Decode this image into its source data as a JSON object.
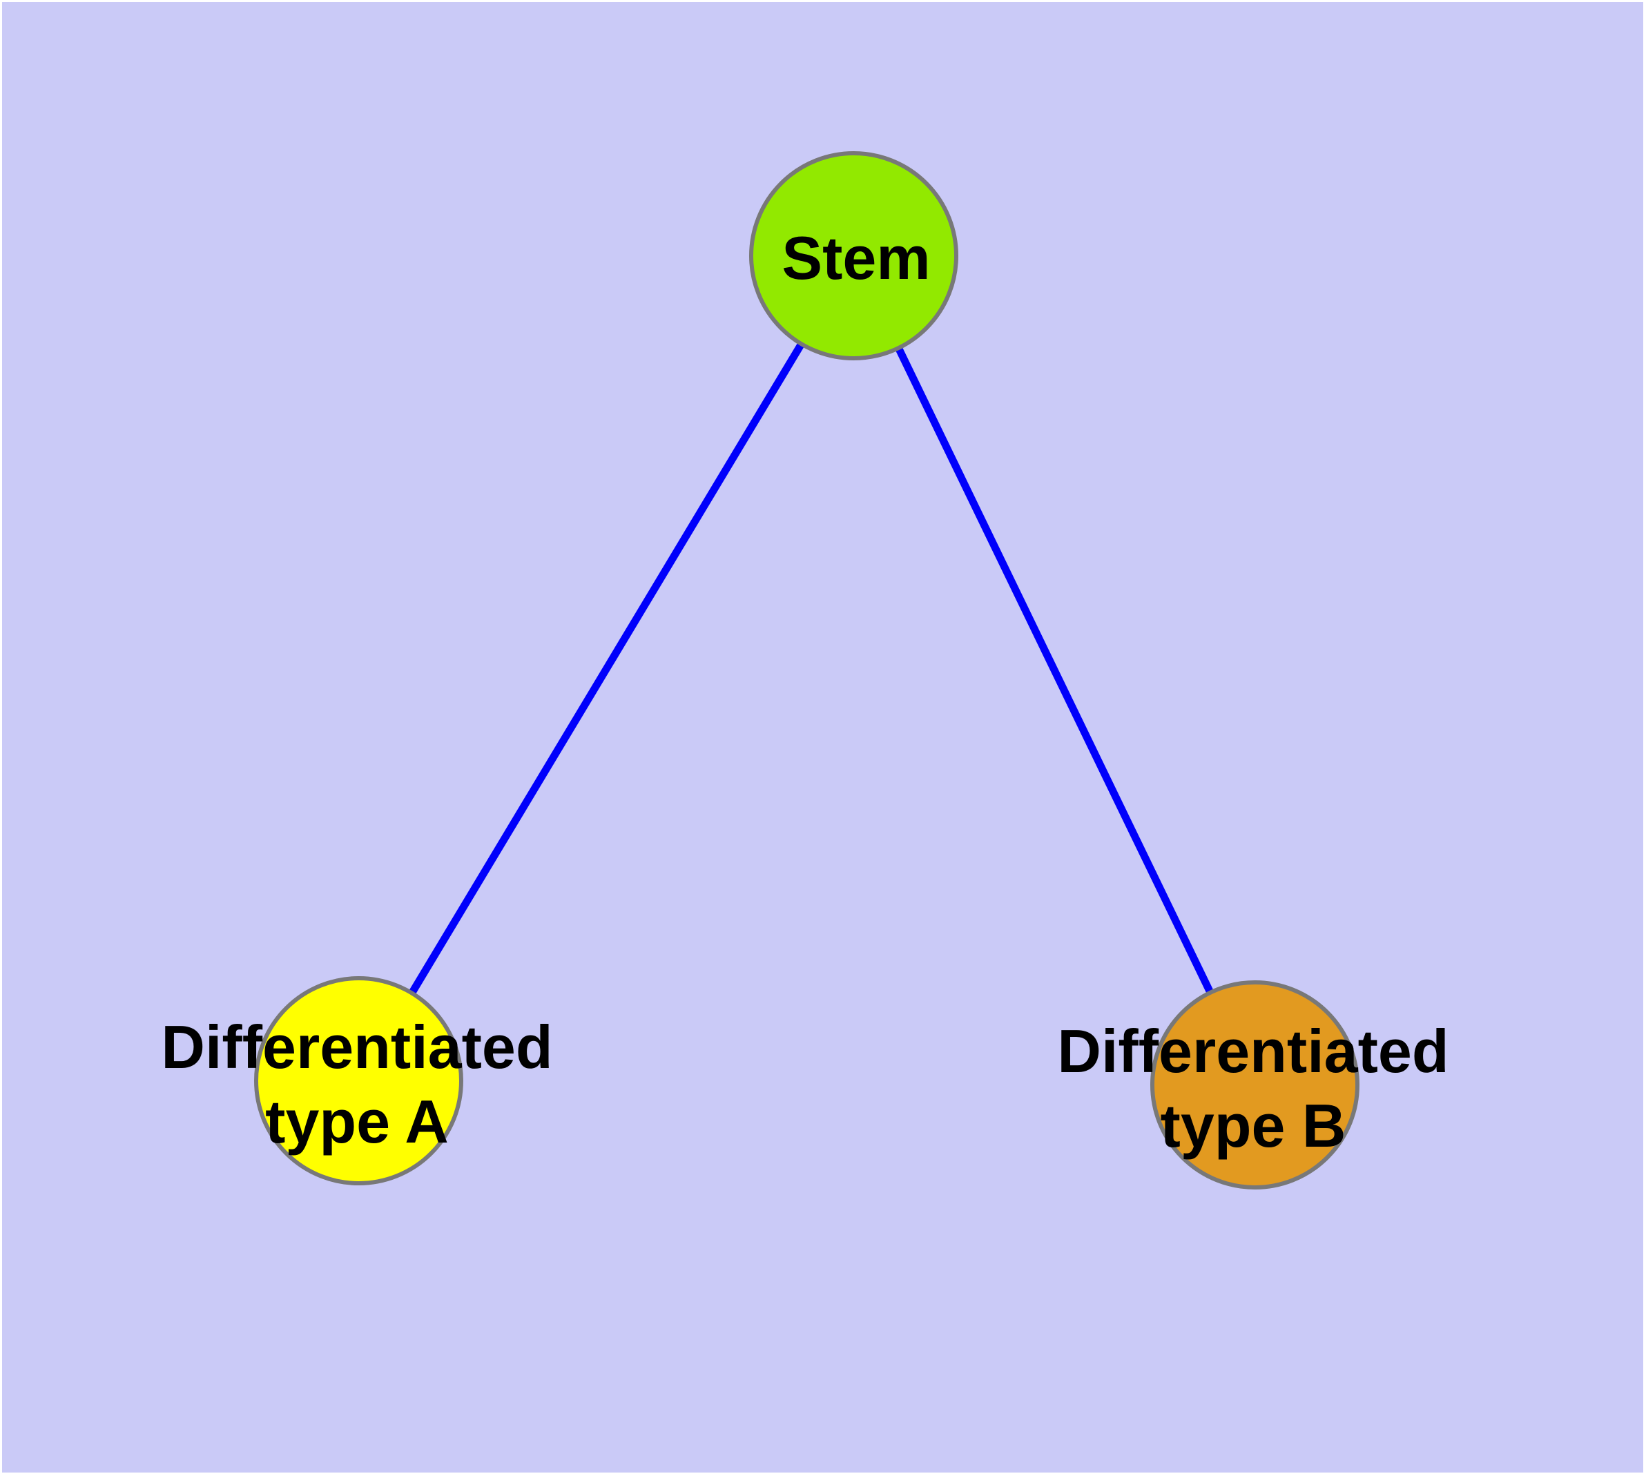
{
  "diagram": {
    "type": "node-link-graph",
    "background_color": "#cacaf7",
    "outer_margin_color": "#ffffff",
    "edge_color": "#0000fb",
    "node_border_color": "#787878",
    "label_text_color": "#000000",
    "nodes": [
      {
        "id": "stem",
        "label": "Stem",
        "line1": "Stem",
        "fill": "#92e900",
        "shape": "circle",
        "position": "top-center"
      },
      {
        "id": "differentiated-type-a",
        "label": "Differentiated type A",
        "line1": "Differentiated",
        "line2": "type A",
        "fill": "#ffff00",
        "shape": "circle",
        "position": "bottom-left"
      },
      {
        "id": "differentiated-type-b",
        "label": "Differentiated type B",
        "line1": "Differentiated",
        "line2": "type B",
        "fill": "#e29a20",
        "shape": "circle",
        "position": "bottom-right"
      }
    ],
    "edges": [
      {
        "from": "Stem",
        "to": "Differentiated type A",
        "color": "#0000fb",
        "style": "solid"
      },
      {
        "from": "Stem",
        "to": "Differentiated type B",
        "color": "#0000fb",
        "style": "solid"
      }
    ]
  }
}
